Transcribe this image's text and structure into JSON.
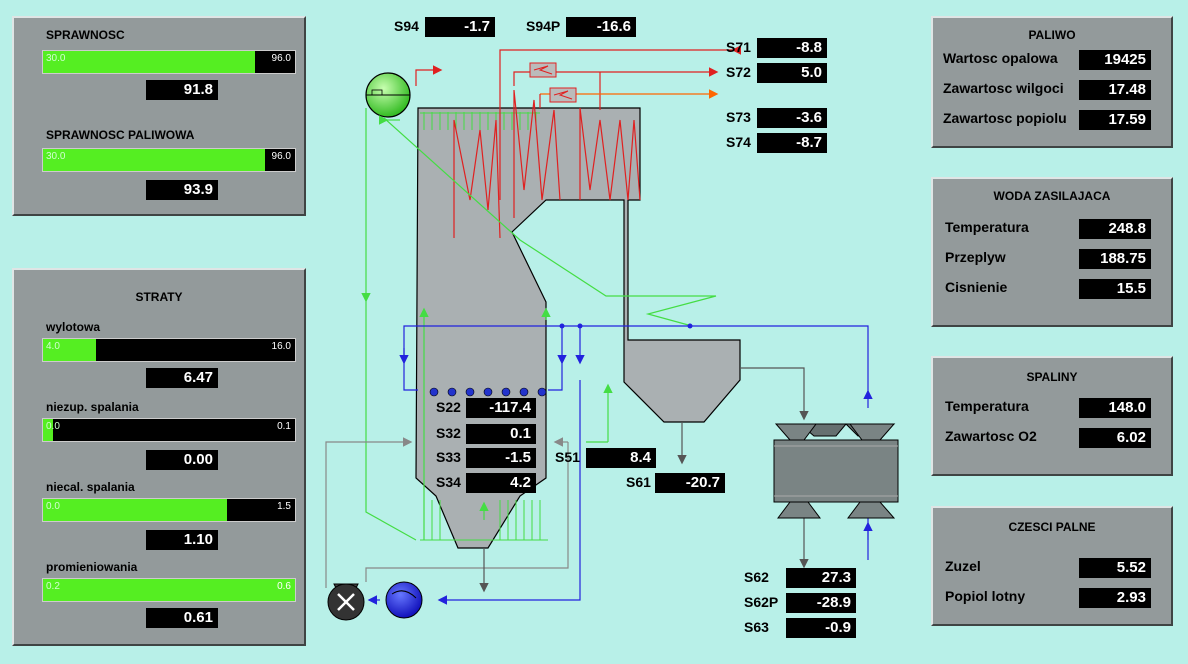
{
  "efficiency": {
    "title": "SPRAWNOSC",
    "bar": {
      "min": "30.0",
      "max": "96.0",
      "fraction": 0.84
    },
    "value": "91.8",
    "fuel_title": "SPRAWNOSC PALIWOWA",
    "fuel_bar": {
      "min": "30.0",
      "max": "96.0",
      "fraction": 0.88
    },
    "fuel_value": "93.9"
  },
  "losses": {
    "title": "STRATY",
    "items": [
      {
        "label": "wylotowa",
        "min": "4.0",
        "max": "16.0",
        "fraction": 0.21,
        "value": "6.47"
      },
      {
        "label": "niezup. spalania",
        "min": "0.0",
        "max": "0.1",
        "fraction": 0.04,
        "value": "0.00"
      },
      {
        "label": "niecal. spalania",
        "min": "0.0",
        "max": "1.5",
        "fraction": 0.73,
        "value": "1.10"
      },
      {
        "label": "promieniowania",
        "min": "0.2",
        "max": "0.6",
        "fraction": 1.0,
        "value": "0.61"
      }
    ]
  },
  "fuel": {
    "title": "PALIWO",
    "rows": [
      {
        "label": "Wartosc opalowa",
        "value": "19425"
      },
      {
        "label": "Zawartosc wilgoci",
        "value": "17.48"
      },
      {
        "label": "Zawartosc popiolu",
        "value": "17.59"
      }
    ]
  },
  "feedwater": {
    "title": "WODA ZASILAJACA",
    "rows": [
      {
        "label": "Temperatura",
        "value": "248.8"
      },
      {
        "label": "Przeplyw",
        "value": "188.75"
      },
      {
        "label": "Cisnienie",
        "value": "15.5"
      }
    ]
  },
  "flue_gas": {
    "title": "SPALINY",
    "rows": [
      {
        "label": "Temperatura",
        "value": "148.0"
      },
      {
        "label": "Zawartosc O2",
        "value": "6.02"
      }
    ]
  },
  "combustibles": {
    "title": "CZESCI PALNE",
    "rows": [
      {
        "label": "Zuzel",
        "value": "5.52"
      },
      {
        "label": "Popiol lotny",
        "value": "2.93"
      }
    ]
  },
  "sensors": {
    "s94": {
      "tag": "S94",
      "value": "-1.7"
    },
    "s94p": {
      "tag": "S94P",
      "value": "-16.6"
    },
    "s71": {
      "tag": "S71",
      "value": "-8.8"
    },
    "s72": {
      "tag": "S72",
      "value": "5.0"
    },
    "s73": {
      "tag": "S73",
      "value": "-3.6"
    },
    "s74": {
      "tag": "S74",
      "value": "-8.7"
    },
    "s22": {
      "tag": "S22",
      "value": "-117.4"
    },
    "s32": {
      "tag": "S32",
      "value": "0.1"
    },
    "s33": {
      "tag": "S33",
      "value": "-1.5"
    },
    "s34": {
      "tag": "S34",
      "value": "4.2"
    },
    "s51": {
      "tag": "S51",
      "value": "8.4"
    },
    "s61": {
      "tag": "S61",
      "value": "-20.7"
    },
    "s62": {
      "tag": "S62",
      "value": "27.3"
    },
    "s62p": {
      "tag": "S62P",
      "value": "-28.9"
    },
    "s63": {
      "tag": "S63",
      "value": "-0.9"
    }
  },
  "colors": {
    "background": "#b8f0e8",
    "panel": "#939a9b",
    "bar_fill": "#55ee22",
    "steam_line": "#e02020",
    "water_line": "#2222dd",
    "green_line": "#44dd44"
  },
  "icons": {
    "drum": "steam-drum-icon",
    "mill": "coal-mill-icon",
    "fan": "fan-icon",
    "heater": "air-heater-icon"
  }
}
